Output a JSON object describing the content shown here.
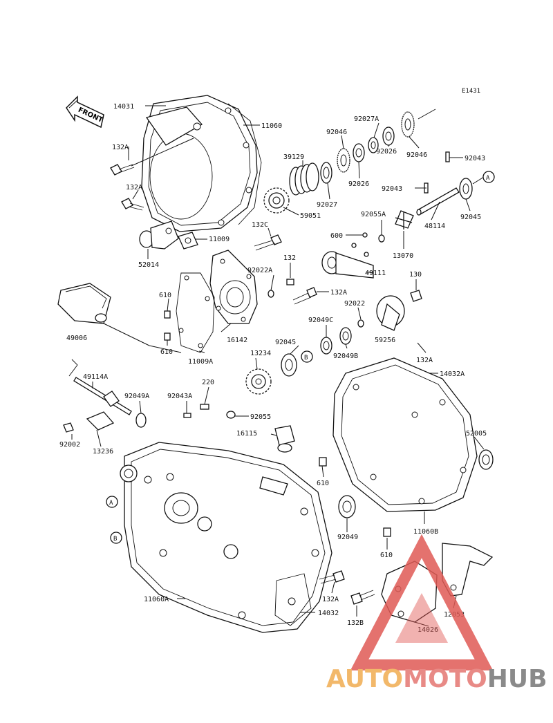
{
  "diagram_code": "E1431",
  "front_arrow_label": "FRONT",
  "parts": [
    {
      "id": "14031",
      "label": "14031"
    },
    {
      "id": "11060",
      "label": "11060"
    },
    {
      "id": "132A_1",
      "label": "132A"
    },
    {
      "id": "132A_2",
      "label": "132A"
    },
    {
      "id": "52014",
      "label": "52014"
    },
    {
      "id": "11009",
      "label": "11009"
    },
    {
      "id": "132C",
      "label": "132C"
    },
    {
      "id": "39129",
      "label": "39129"
    },
    {
      "id": "92046_1",
      "label": "92046"
    },
    {
      "id": "92027A",
      "label": "92027A"
    },
    {
      "id": "92046_2",
      "label": "92046"
    },
    {
      "id": "92026_1",
      "label": "92026"
    },
    {
      "id": "92026_2",
      "label": "92026"
    },
    {
      "id": "92027",
      "label": "92027"
    },
    {
      "id": "59051",
      "label": "59051"
    },
    {
      "id": "92043_1",
      "label": "92043"
    },
    {
      "id": "92043_2",
      "label": "92043"
    },
    {
      "id": "92045_1",
      "label": "92045"
    },
    {
      "id": "48114",
      "label": "48114"
    },
    {
      "id": "92055A",
      "label": "92055A"
    },
    {
      "id": "600",
      "label": "600"
    },
    {
      "id": "13070",
      "label": "13070"
    },
    {
      "id": "49111",
      "label": "49111"
    },
    {
      "id": "132",
      "label": "132"
    },
    {
      "id": "92022A",
      "label": "92022A"
    },
    {
      "id": "132A_3",
      "label": "132A"
    },
    {
      "id": "130",
      "label": "130"
    },
    {
      "id": "92022",
      "label": "92022"
    },
    {
      "id": "59256",
      "label": "59256"
    },
    {
      "id": "610_1",
      "label": "610"
    },
    {
      "id": "610_2",
      "label": "610"
    },
    {
      "id": "16142",
      "label": "16142"
    },
    {
      "id": "11009A",
      "label": "11009A"
    },
    {
      "id": "49006",
      "label": "49006"
    },
    {
      "id": "92049C",
      "label": "92049C"
    },
    {
      "id": "92045_2",
      "label": "92045"
    },
    {
      "id": "92049B",
      "label": "92049B"
    },
    {
      "id": "13234",
      "label": "13234"
    },
    {
      "id": "132A_4",
      "label": "132A"
    },
    {
      "id": "14032A",
      "label": "14032A"
    },
    {
      "id": "49114A",
      "label": "49114A"
    },
    {
      "id": "92049A",
      "label": "92049A"
    },
    {
      "id": "92043A",
      "label": "92043A"
    },
    {
      "id": "220",
      "label": "220"
    },
    {
      "id": "92055",
      "label": "92055"
    },
    {
      "id": "16115",
      "label": "16115"
    },
    {
      "id": "52005",
      "label": "52005"
    },
    {
      "id": "92002",
      "label": "92002"
    },
    {
      "id": "13236",
      "label": "13236"
    },
    {
      "id": "610_3",
      "label": "610"
    },
    {
      "id": "11060B",
      "label": "11060B"
    },
    {
      "id": "92049",
      "label": "92049"
    },
    {
      "id": "610_4",
      "label": "610"
    },
    {
      "id": "11060A",
      "label": "11060A"
    },
    {
      "id": "132A_5",
      "label": "132A"
    },
    {
      "id": "14032",
      "label": "14032"
    },
    {
      "id": "132B",
      "label": "132B"
    },
    {
      "id": "12053",
      "label": "12053"
    },
    {
      "id": "14026",
      "label": "14026"
    }
  ],
  "reference_markers": [
    {
      "id": "A_1",
      "label": "A"
    },
    {
      "id": "A_2",
      "label": "A"
    },
    {
      "id": "B_1",
      "label": "B"
    },
    {
      "id": "B_2",
      "label": "B"
    }
  ],
  "watermark": {
    "part1": "AUTO",
    "part2": "MOTO",
    "part3": "HUB",
    "colors": {
      "orange": "#f2b86a",
      "red": "#e88a86",
      "gray": "#8a8a8a",
      "triangle": "#e05a55"
    }
  }
}
